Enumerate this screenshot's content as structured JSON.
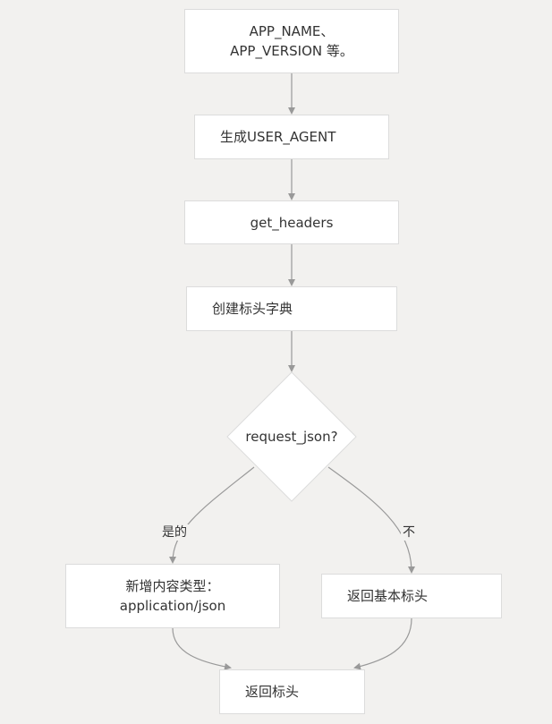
{
  "nodes": {
    "app_info": "APP_NAME、\nAPP_VERSION 等。",
    "gen_user_agent": "生成USER_AGENT",
    "get_headers": "get_headers",
    "create_header_dict": "创建标头字典",
    "decision": "request_json?",
    "add_content_type": "新增内容类型：\napplication/json",
    "return_basic_headers": "返回基本标头",
    "return_headers": "返回标头"
  },
  "edge_labels": {
    "yes": "是的",
    "no": "不"
  },
  "colors": {
    "background": "#f2f1ef",
    "node_fill": "#ffffff",
    "node_border": "#dcdcdc",
    "edge": "#999999",
    "text": "#333333"
  }
}
